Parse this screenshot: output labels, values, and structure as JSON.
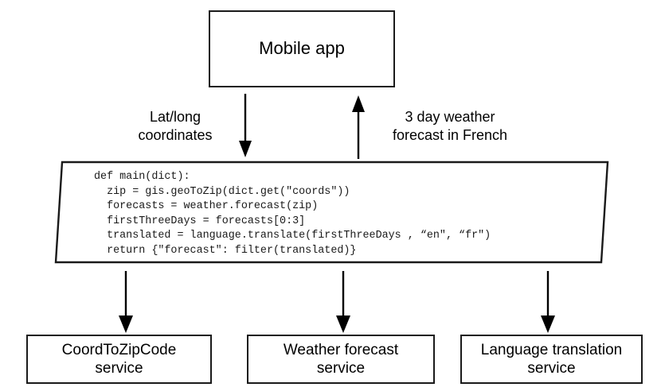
{
  "diagram": {
    "title": "Serverless function orchestration diagram",
    "type": "flow-diagram",
    "stroke_color": "#1a1a1a",
    "background_color": "#ffffff"
  },
  "client": {
    "label": "Mobile app"
  },
  "edges": {
    "request_label": "Lat/long\ncoordinates",
    "response_label": "3 day weather\nforecast in French"
  },
  "code_panel": {
    "language": "python",
    "lines": [
      "def main(dict):",
      "  zip = gis.geoToZip(dict.get(\"coords\"))",
      "  forecasts = weather.forecast(zip)",
      "  firstThreeDays = forecasts[0:3]",
      "  translated = language.translate(firstThreeDays , “en\", “fr\")",
      "  return {\"forecast\": filter(translated)}"
    ],
    "text": "def main(dict):\n  zip = gis.geoToZip(dict.get(\"coords\"))\n  forecasts = weather.forecast(zip)\n  firstThreeDays = forecasts[0:3]\n  translated = language.translate(firstThreeDays , “en\", “fr\")\n  return {\"forecast\": filter(translated)}"
  },
  "services": [
    {
      "label": "CoordToZipCode\nservice"
    },
    {
      "label": "Weather forecast\nservice"
    },
    {
      "label": "Language translation\nservice"
    }
  ]
}
